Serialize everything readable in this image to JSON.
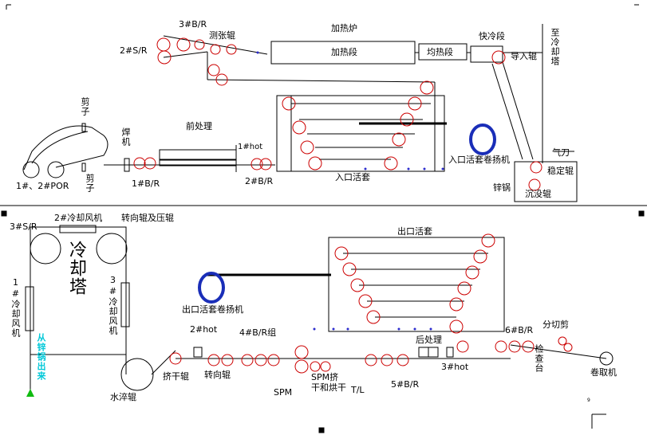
{
  "labels": {
    "top_3br": "3#B/R",
    "top_2sr": "2#S/R",
    "measure_roll": "测张辊",
    "furnace": "加热炉",
    "heating_section": "加热段",
    "soaking_section": "均热段",
    "fast_cooling": "快冷段",
    "guide_roll": "导入辊",
    "to_cooling_tower": "至冷却塔",
    "shear_top": "剪子",
    "shear_bottom": "剪子",
    "welder": "焊机",
    "pretreatment": "前处理",
    "hot_1": "1#hot",
    "br_1": "1#B/R",
    "br_2": "2#B/R",
    "por": "1#、2#POR",
    "entry_looper": "入口活套",
    "entry_looper_winch": "入口活套卷扬机",
    "air_knife": "气刀",
    "stabilizer_roll": "稳定辊",
    "zinc_pot": "锌锅",
    "sink_roll": "沉没辊",
    "sr_3": "3#S/R",
    "cooling_fan_2": "2#冷却风机",
    "turn_press_roll": "转向辊及压辊",
    "cooling_tower": "冷却塔",
    "cooling_fan_1": "1#冷却风机",
    "cooling_fan_3": "3#冷却风机",
    "from_zinc_pot": "从锌锅出来",
    "exit_looper": "出口活套",
    "exit_looper_winch": "出口活套卷扬机",
    "hot_2": "2#hot",
    "br_group_4": "4#B/R组",
    "wringer_roll": "挤干辊",
    "turn_roll": "转向辊",
    "water_quench_roll": "水淬辊",
    "spm": "SPM",
    "spm_dryer": "SPM挤干和烘干",
    "tl": "T/L",
    "br_5": "5#B/R",
    "post_treatment": "后处理",
    "hot_3": "3#hot",
    "br_6": "6#B/R",
    "slitter": "分切剪",
    "inspection": "检查台",
    "coiler": "卷取机",
    "page_number": "9"
  },
  "colors": {
    "line": "#000000",
    "roll": "#cc0000",
    "marker": "#2a2acc",
    "winch": "#1a2eb8",
    "arrow": "#11bb11",
    "cyan_text": "#00c8d8"
  }
}
